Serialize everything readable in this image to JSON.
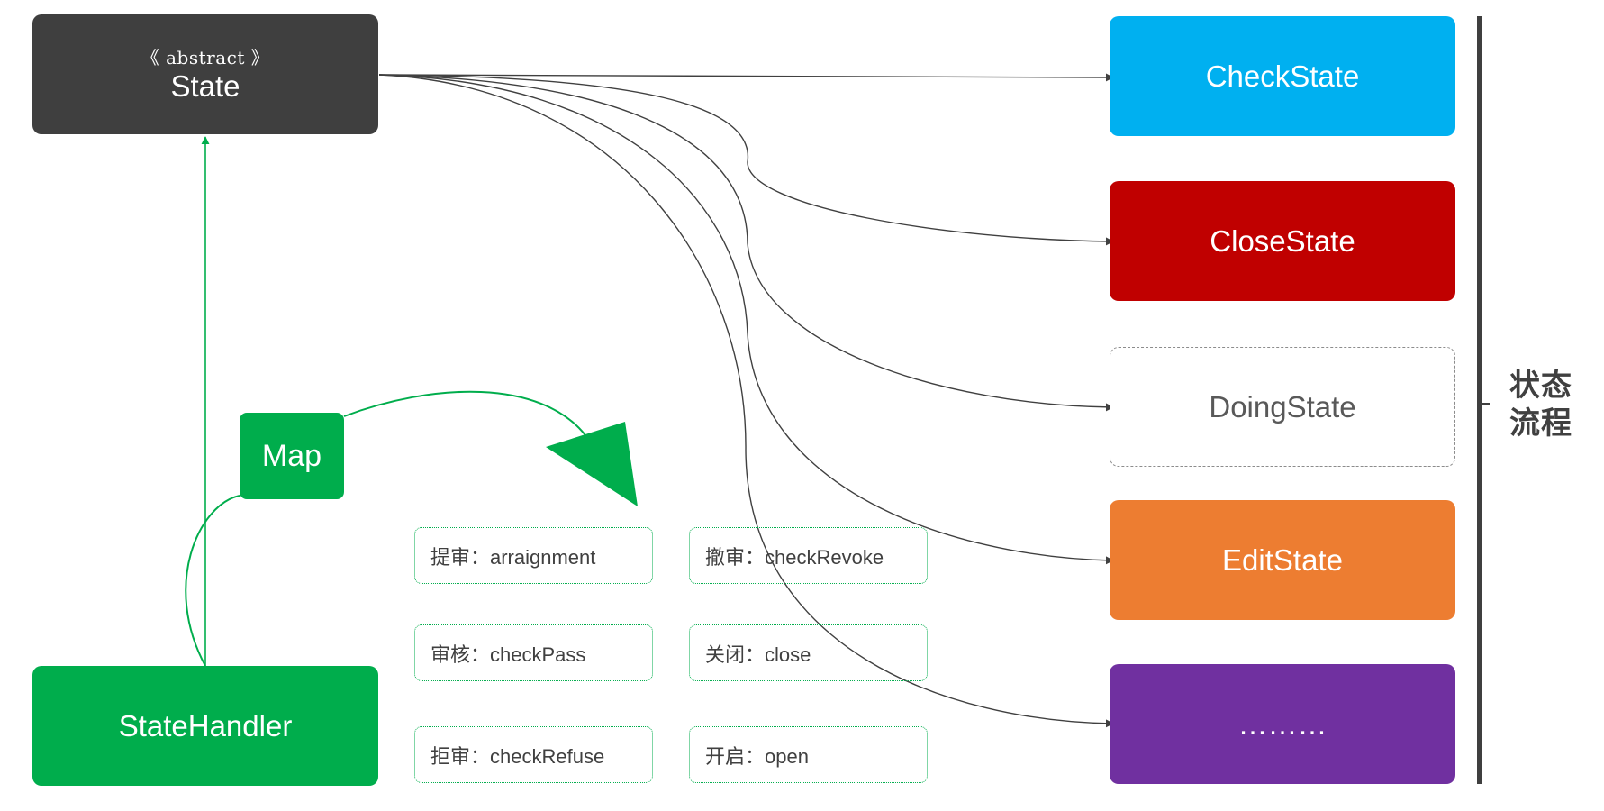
{
  "abstract_state": {
    "stereotype": "《 abstract 》",
    "title": "State"
  },
  "handler": {
    "label": "StateHandler"
  },
  "map": {
    "label": "Map"
  },
  "actions": [
    {
      "label": "提审：arraignment"
    },
    {
      "label": "撤审：checkRevoke"
    },
    {
      "label": "审核：checkPass"
    },
    {
      "label": "关闭：close"
    },
    {
      "label": "拒审：checkRefuse"
    },
    {
      "label": "开启：open"
    }
  ],
  "states": [
    {
      "label": "CheckState",
      "color": "#00b0f0"
    },
    {
      "label": "CloseState",
      "color": "#c00000"
    },
    {
      "label": "DoingState",
      "color": "#ffffff"
    },
    {
      "label": "EditState",
      "color": "#ed7d31"
    },
    {
      "label": "………",
      "color": "#7030a0"
    }
  ],
  "flow_label": {
    "line1": "状态",
    "line2": "流程"
  },
  "colors": {
    "abstract": "#3f3f3f",
    "handler_green": "#00ad4c",
    "connector": "#404040"
  }
}
